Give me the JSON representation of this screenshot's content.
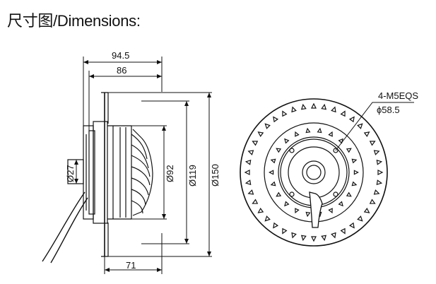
{
  "title": "尺寸图/Dimensions:",
  "side_view": {
    "overall_depth": "94.5",
    "body_depth": "86",
    "base_depth": "71",
    "shaft_dia": "Ø27",
    "inner_dia": "Ø92",
    "mid_dia": "Ø119",
    "outer_dia": "Ø150"
  },
  "front_view": {
    "hole_spec": "4-M5EQS",
    "pcd": "ϕ58.5"
  }
}
